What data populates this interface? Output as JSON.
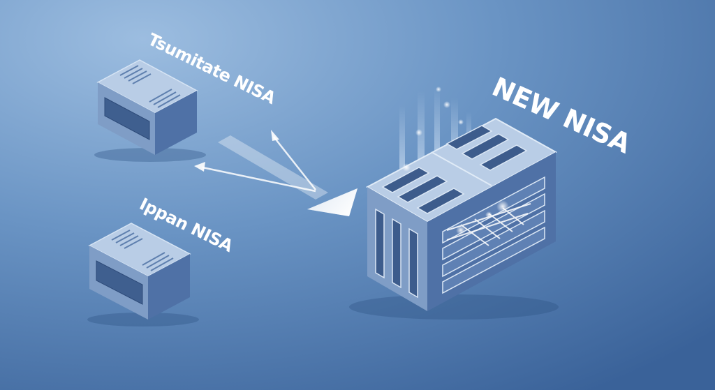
{
  "labels": {
    "tsumitate": "Tsumitate NISA",
    "ippan": "Ippan NISA",
    "new": "NEW NISA"
  },
  "colors": {
    "bg_light": "#8fb4d8",
    "bg_mid": "#5b88bc",
    "bg_dark": "#355c94",
    "box_top": "#b9cde6",
    "box_left": "#7f9dc6",
    "box_right": "#4f71a6",
    "accent_glow": "#e6f2ff"
  },
  "icons": {
    "small_box_1": "server-box-icon",
    "small_box_2": "server-box-icon",
    "big_box": "server-rack-icon"
  }
}
